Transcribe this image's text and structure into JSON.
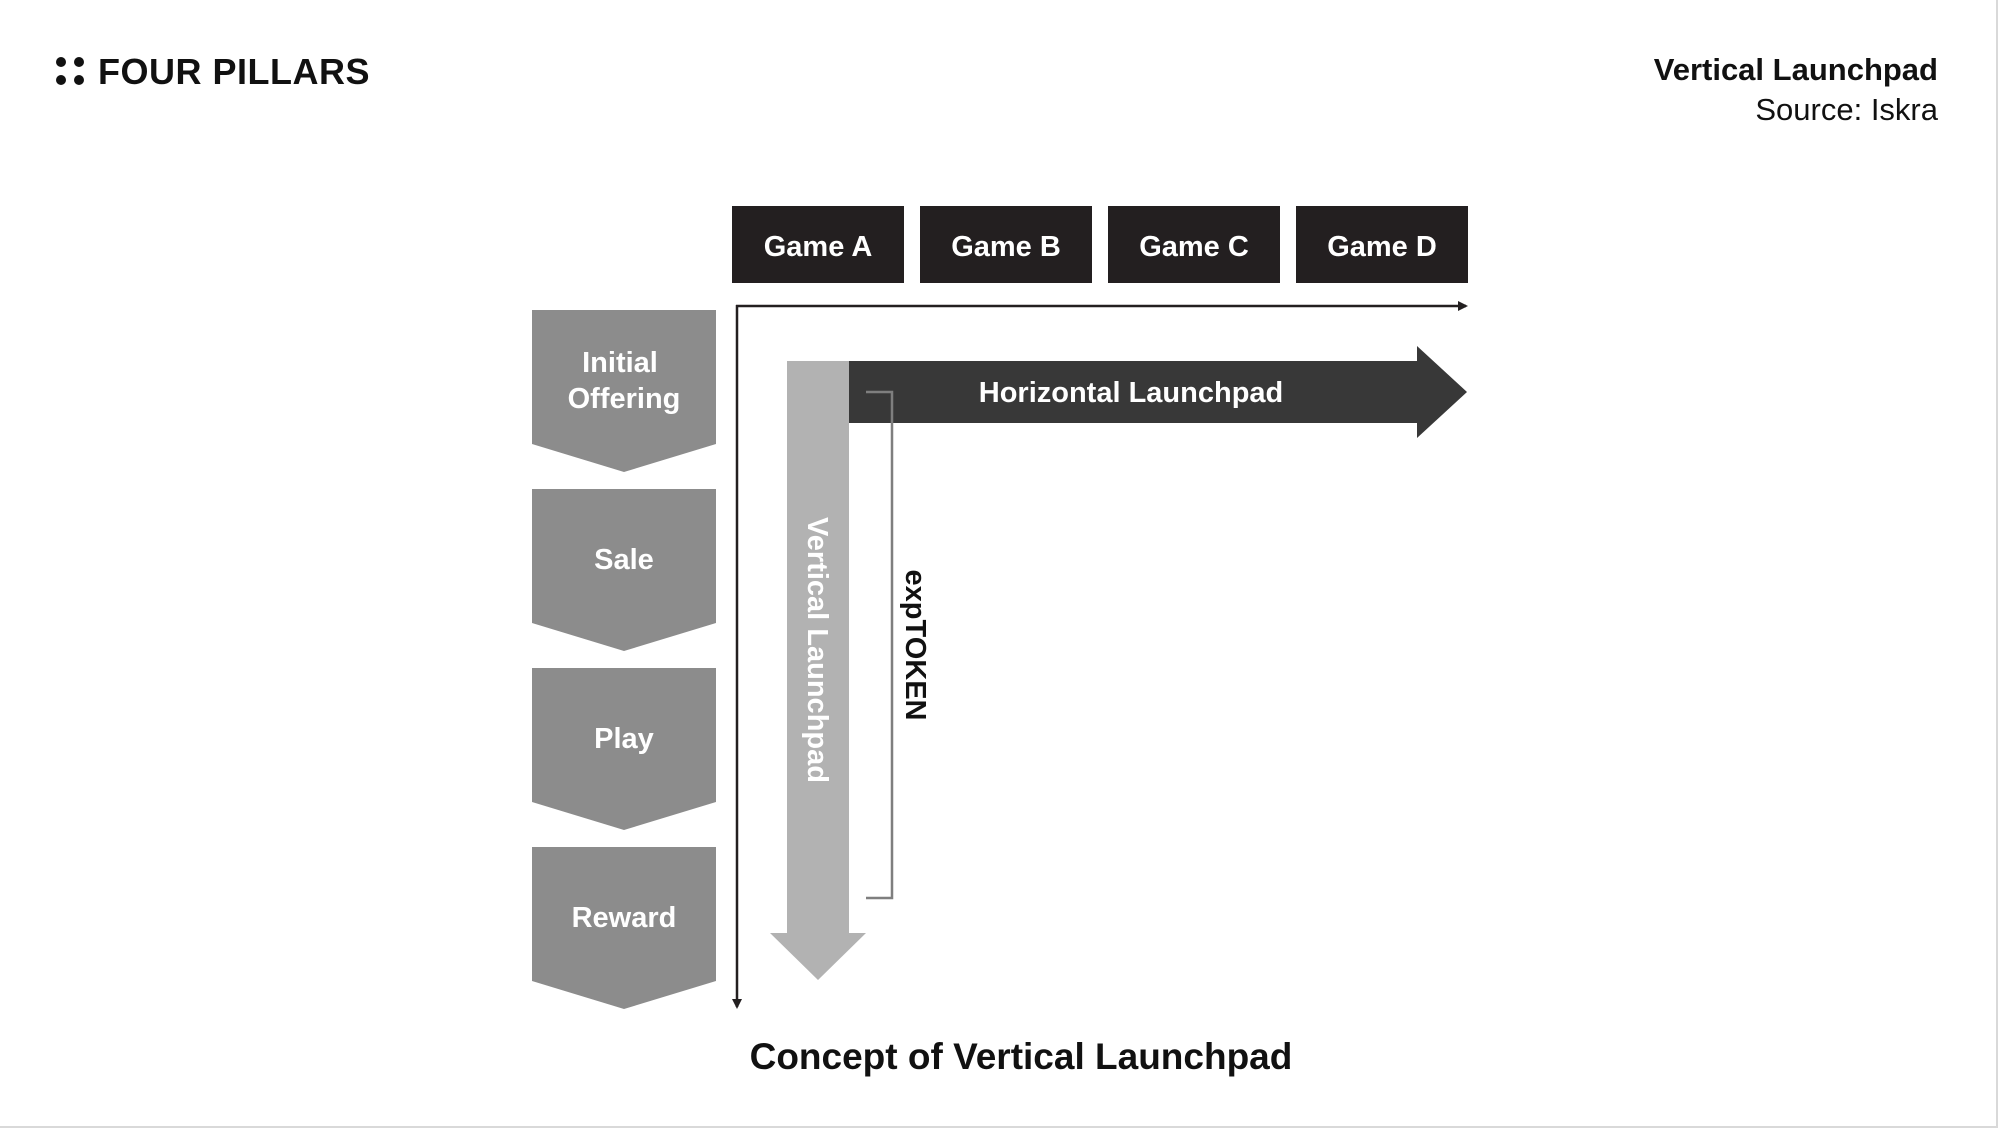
{
  "header": {
    "brand": "FOUR PILLARS",
    "brand_icon": "four-dots-icon",
    "title": "Vertical Launchpad",
    "source": "Source: Iskra"
  },
  "diagram": {
    "games": [
      "Game A",
      "Game B",
      "Game C",
      "Game D"
    ],
    "stages": [
      [
        "Initial",
        "Offering"
      ],
      [
        "Sale"
      ],
      [
        "Play"
      ],
      [
        "Reward"
      ]
    ],
    "horizontal_arrow_label": "Horizontal Launchpad",
    "vertical_arrow_label": "Vertical Launchpad",
    "bracket_label": "expTOKEN",
    "caption": "Concept of Vertical Launchpad",
    "colors": {
      "game_box": "#231f20",
      "stage_chevron": "#8c8c8c",
      "horizontal_arrow": "#383838",
      "vertical_arrow": "#b2b2b2",
      "axis": "#231f20",
      "bracket": "#7f7f7f"
    }
  }
}
